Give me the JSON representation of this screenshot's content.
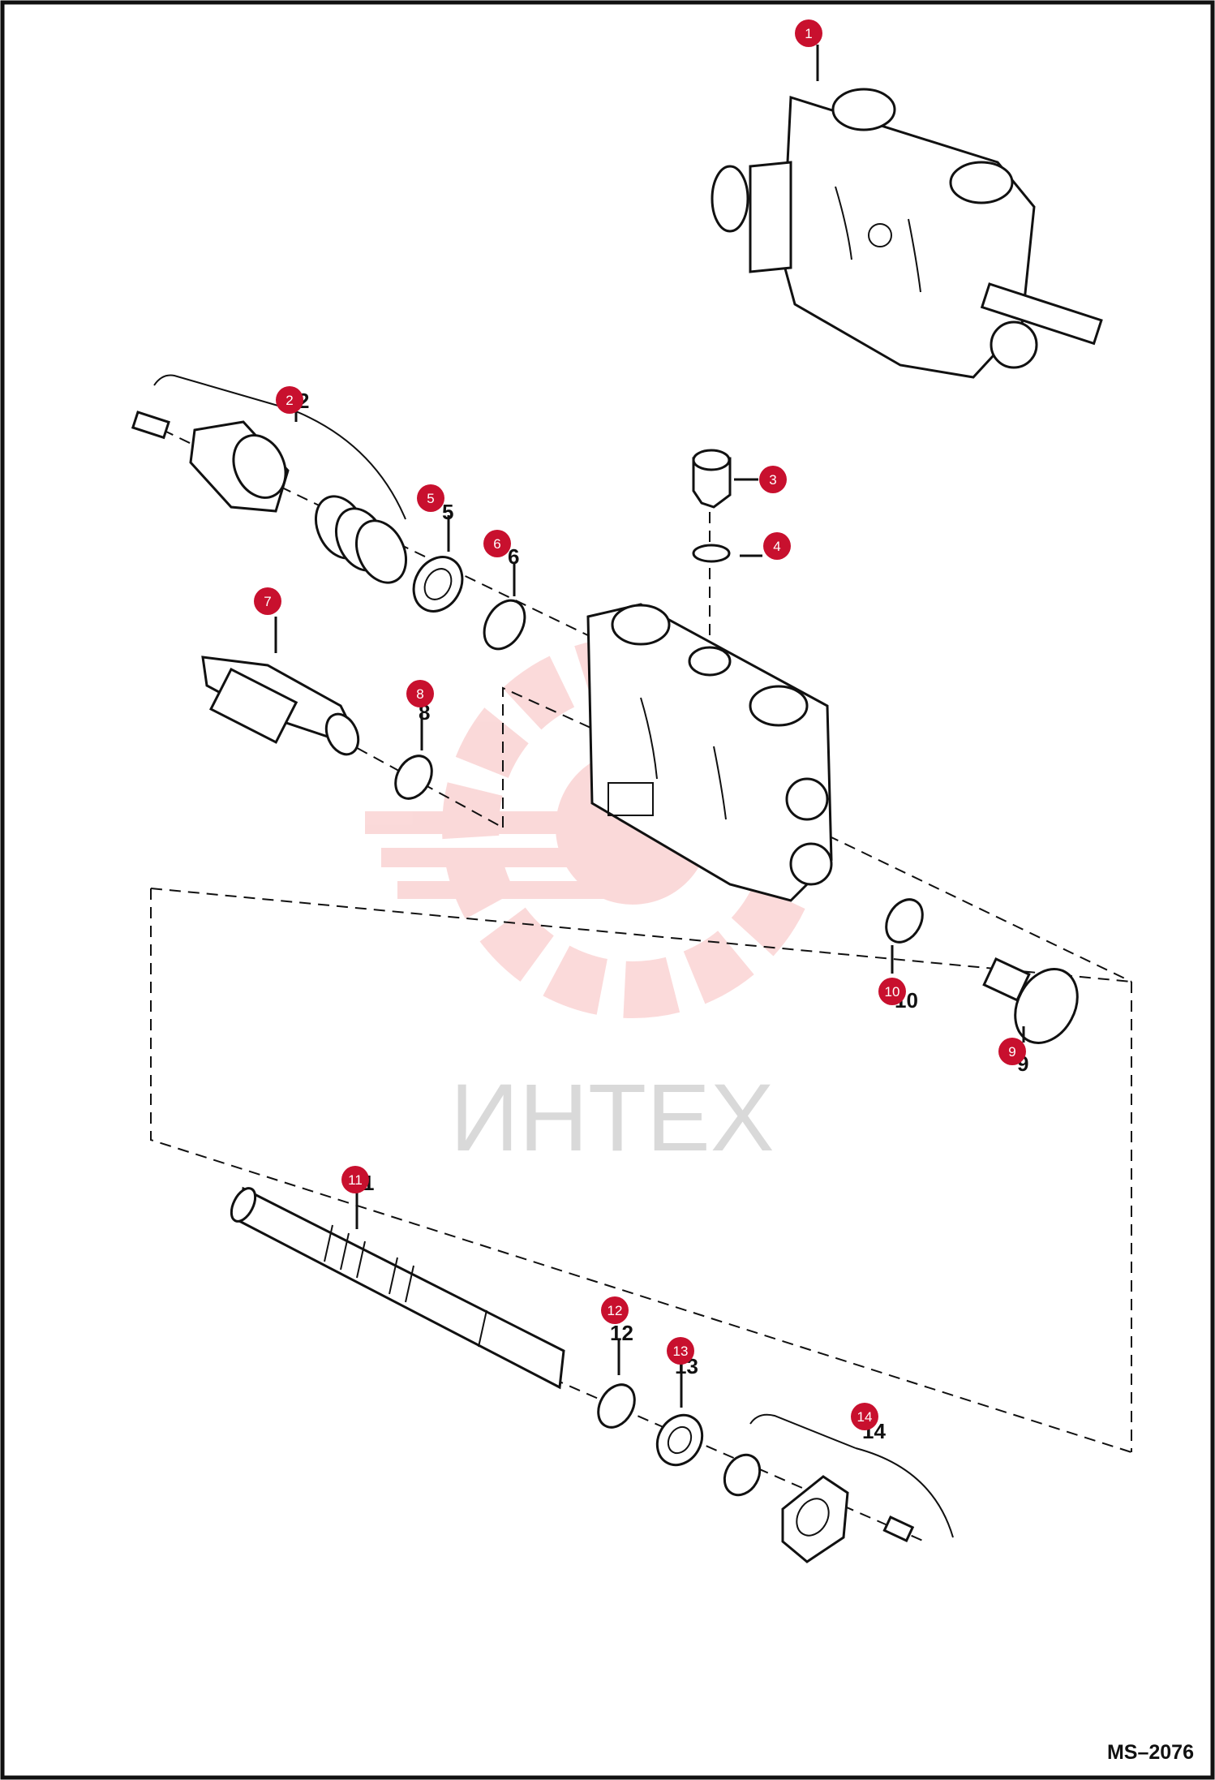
{
  "drawing_code": "MS–2076",
  "watermark": {
    "text": "ИНТЕХ",
    "color": "#f07a7a"
  },
  "callout_color": "#c8102e",
  "callouts": [
    {
      "number": "1",
      "label": "1"
    },
    {
      "number": "2",
      "label": "2"
    },
    {
      "number": "3",
      "label": "3"
    },
    {
      "number": "4",
      "label": "4"
    },
    {
      "number": "5",
      "label": "5"
    },
    {
      "number": "6",
      "label": "6"
    },
    {
      "number": "7",
      "label": "7"
    },
    {
      "number": "8",
      "label": "8"
    },
    {
      "number": "9",
      "label": "9"
    },
    {
      "number": "10",
      "label": "10"
    },
    {
      "number": "11",
      "label": "11"
    },
    {
      "number": "12",
      "label": "12"
    },
    {
      "number": "13",
      "label": "13"
    },
    {
      "number": "14",
      "label": "14"
    }
  ]
}
